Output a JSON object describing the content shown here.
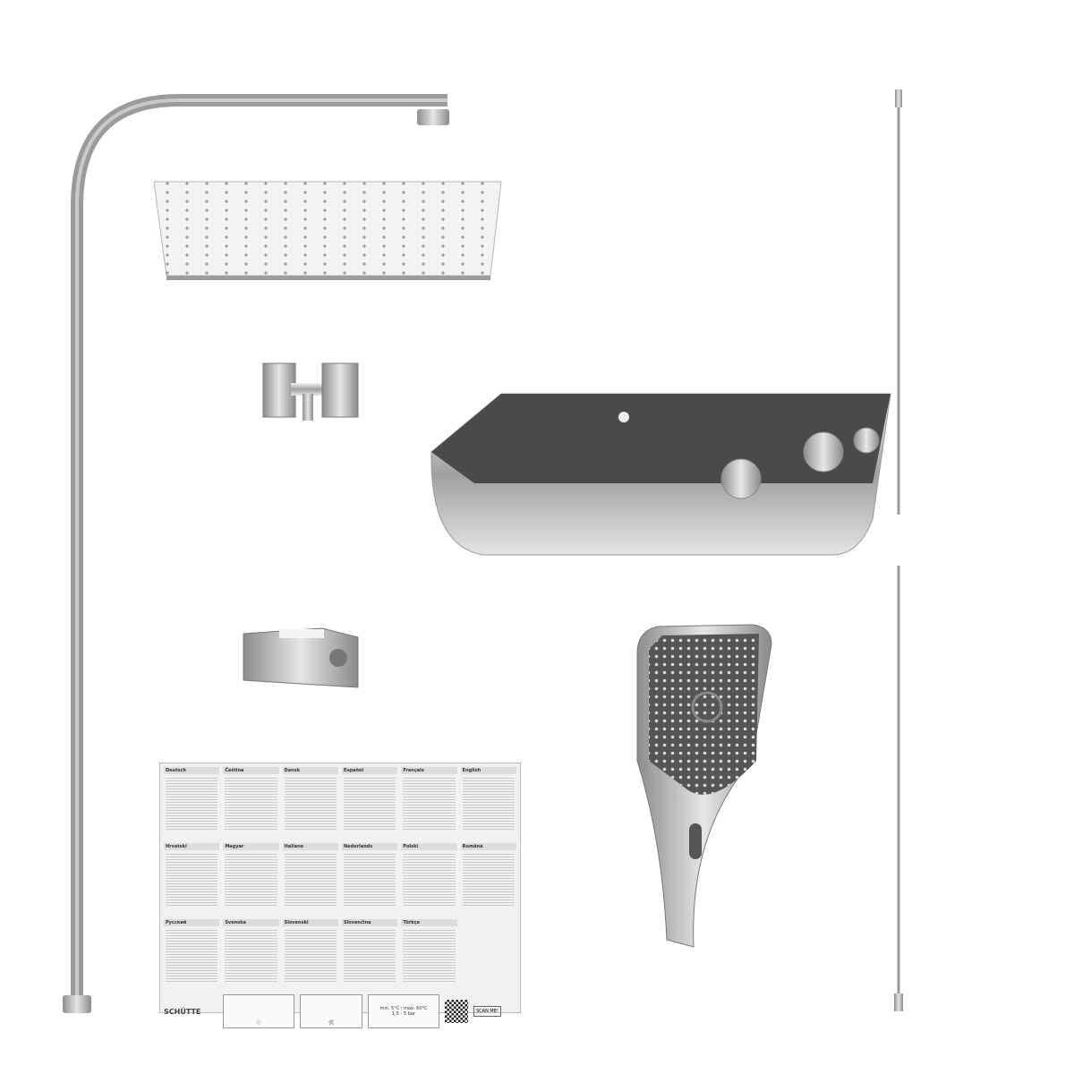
{
  "leaflet": {
    "languages": [
      "Deutsch",
      "Čeština",
      "Dansk",
      "Español",
      "Français",
      "English",
      "Hrvatski",
      "Magyar",
      "Italiano",
      "Nederlands",
      "Polski",
      "Română",
      "Русский",
      "Svenska",
      "Slovenski",
      "Slovenčina",
      "Türkçe"
    ],
    "brand": "SCHÜTTE",
    "temperature_note": "min. 5°C ; max. 60°C",
    "pressure_note": "1,5 - 5 bar",
    "scan_label": "SCAN ME!"
  },
  "colors": {
    "chrome": "#c8c8c8",
    "glass": "#4a4a4a",
    "background": "#ffffff"
  }
}
